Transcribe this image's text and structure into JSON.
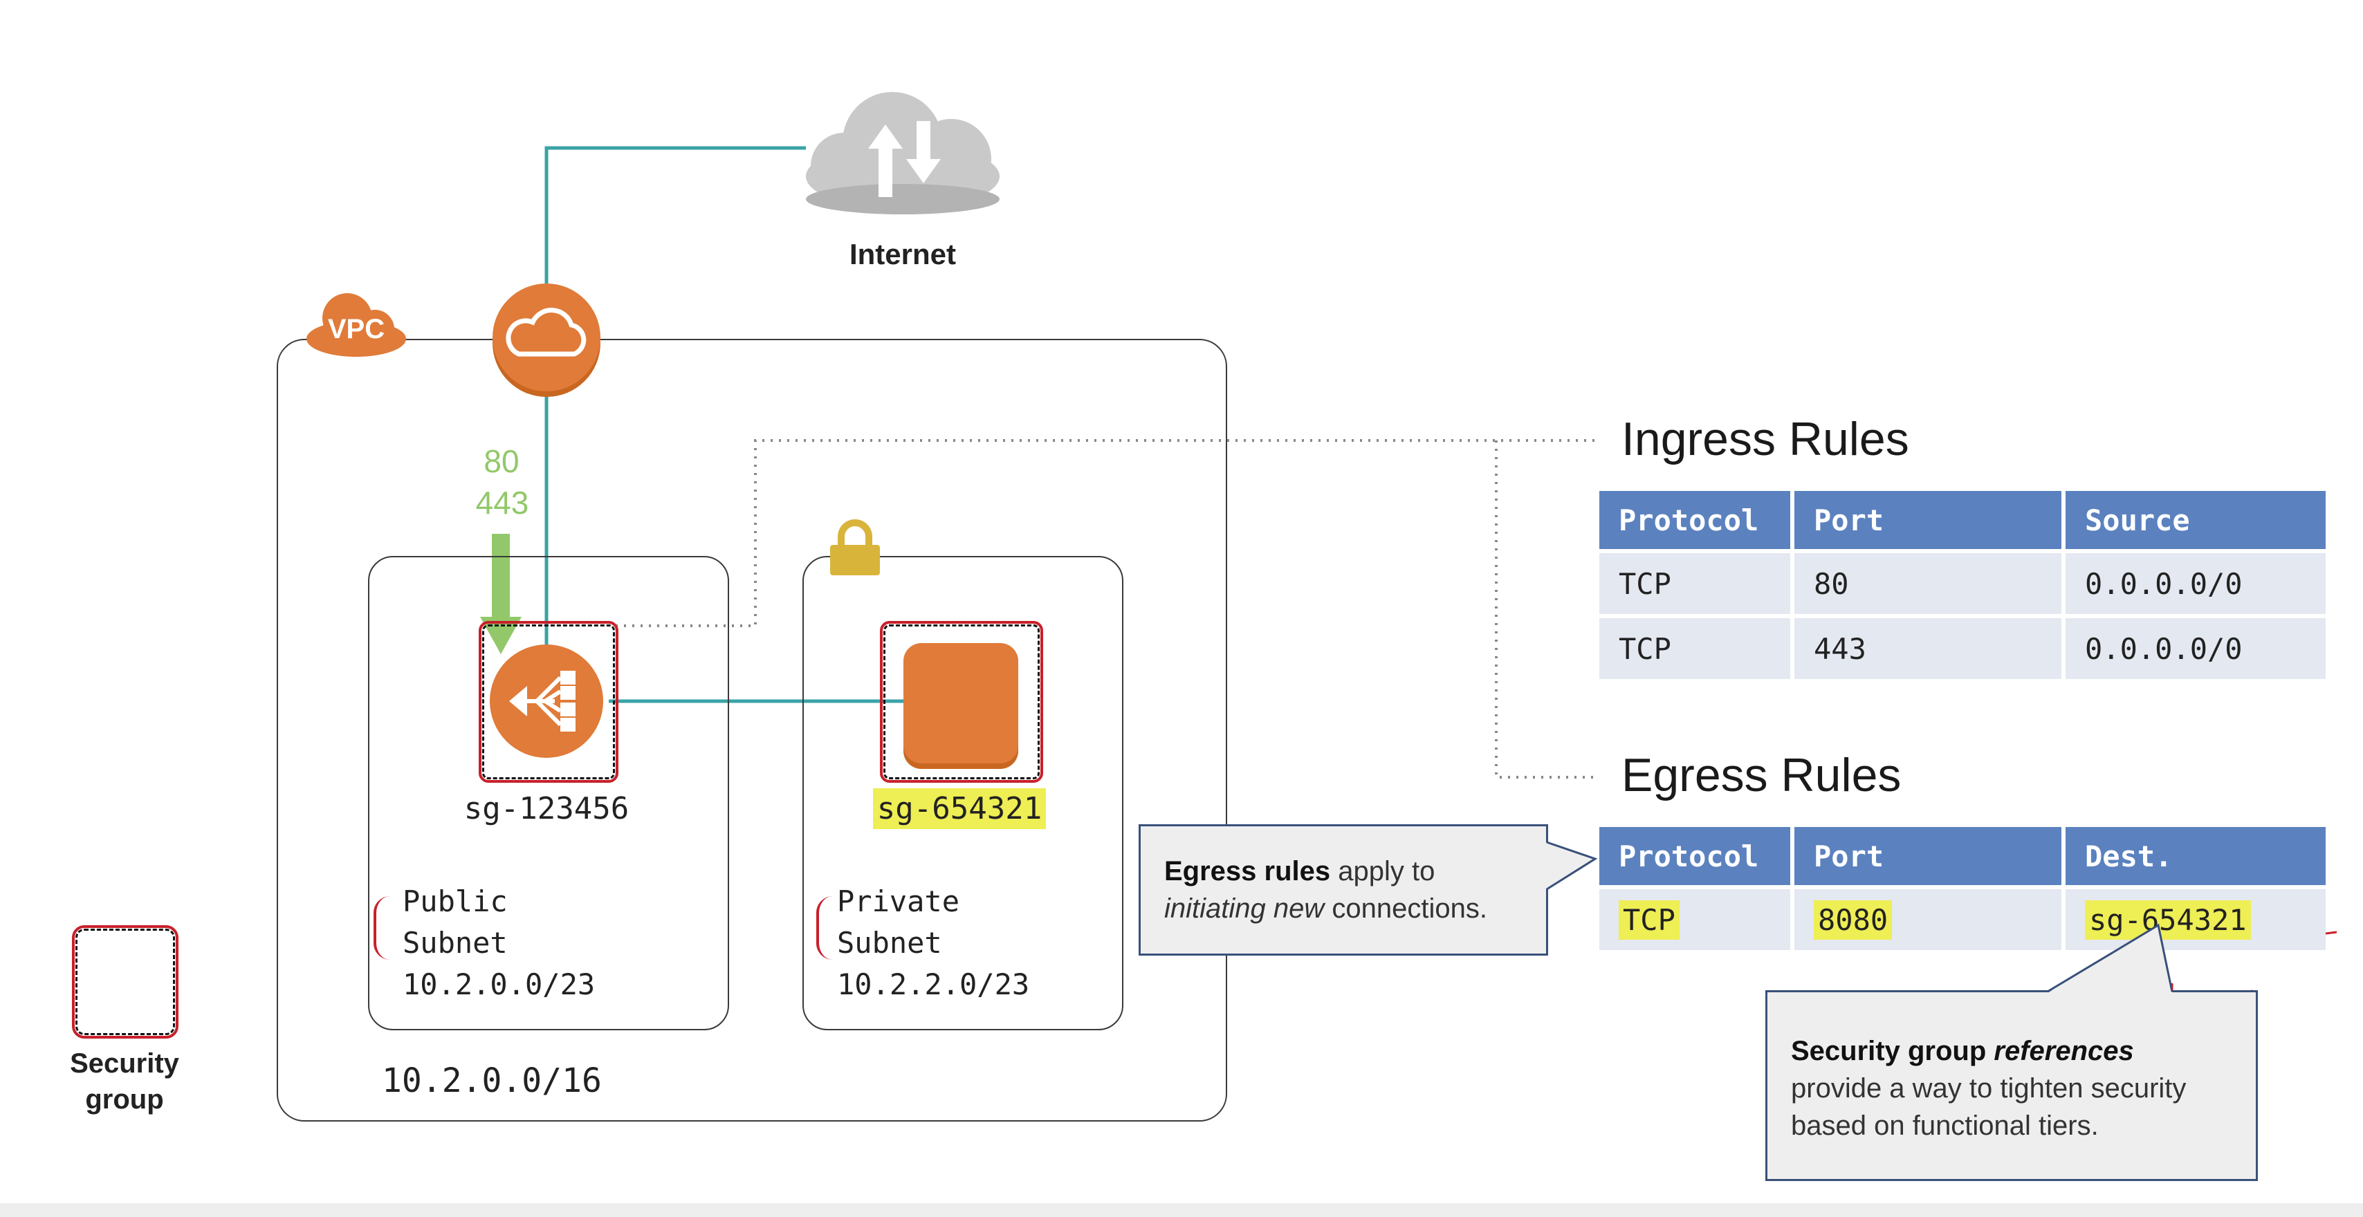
{
  "internet": {
    "label": "Internet"
  },
  "vpc": {
    "badge": "VPC",
    "cidr": "10.2.0.0/16"
  },
  "ports": {
    "p1": "80",
    "p2": "443"
  },
  "public_subnet": {
    "sg": "sg-123456",
    "line1": "Public",
    "line2": "Subnet",
    "cidr": "10.2.0.0/23"
  },
  "private_subnet": {
    "sg": "sg-654321",
    "line1": "Private",
    "line2": "Subnet",
    "cidr": "10.2.2.0/23"
  },
  "legend": {
    "line1": "Security",
    "line2": "group"
  },
  "ingress": {
    "title": "Ingress Rules",
    "headers": [
      "Protocol",
      "Port",
      "Source"
    ],
    "rows": [
      [
        "TCP",
        "80",
        "0.0.0.0/0"
      ],
      [
        "TCP",
        "443",
        "0.0.0.0/0"
      ]
    ]
  },
  "egress": {
    "title": "Egress Rules",
    "headers": [
      "Protocol",
      "Port",
      "Dest."
    ],
    "rows": [
      [
        "TCP",
        "8080",
        "sg-654321"
      ]
    ]
  },
  "callout_egress": {
    "bold": "Egress rules",
    "t1": " apply to",
    "ital": "initiating new",
    "t2": " connections."
  },
  "callout_sg": {
    "bold": "Security group ",
    "ital": "references",
    "l2": "provide a way to tighten security",
    "l3": "based on functional tiers."
  },
  "colors": {
    "aws_orange": "#e07b39",
    "teal_line": "#3aa3a6",
    "port_green": "#92c86a",
    "sg_red": "#c8202a",
    "table_header": "#5b82bf",
    "highlight": "#eeee55",
    "lock_gold": "#d9b43a"
  }
}
